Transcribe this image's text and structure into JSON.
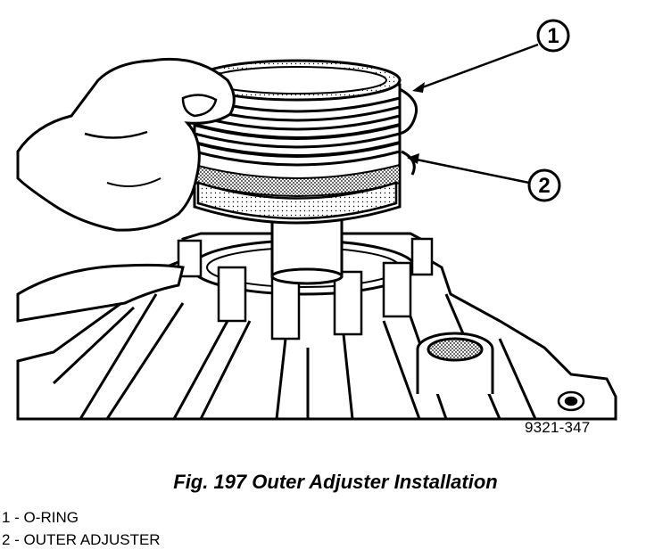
{
  "figure": {
    "id": "9321-347",
    "caption": "Fig. 197 Outer Adjuster Installation"
  },
  "callouts": [
    {
      "number": "1"
    },
    {
      "number": "2"
    }
  ],
  "legend": [
    {
      "text": "1 - O-RING"
    },
    {
      "text": "2 - OUTER ADJUSTER"
    }
  ],
  "colors": {
    "ink": "#000000",
    "paper": "#ffffff",
    "shade": "#bdbdbd"
  }
}
